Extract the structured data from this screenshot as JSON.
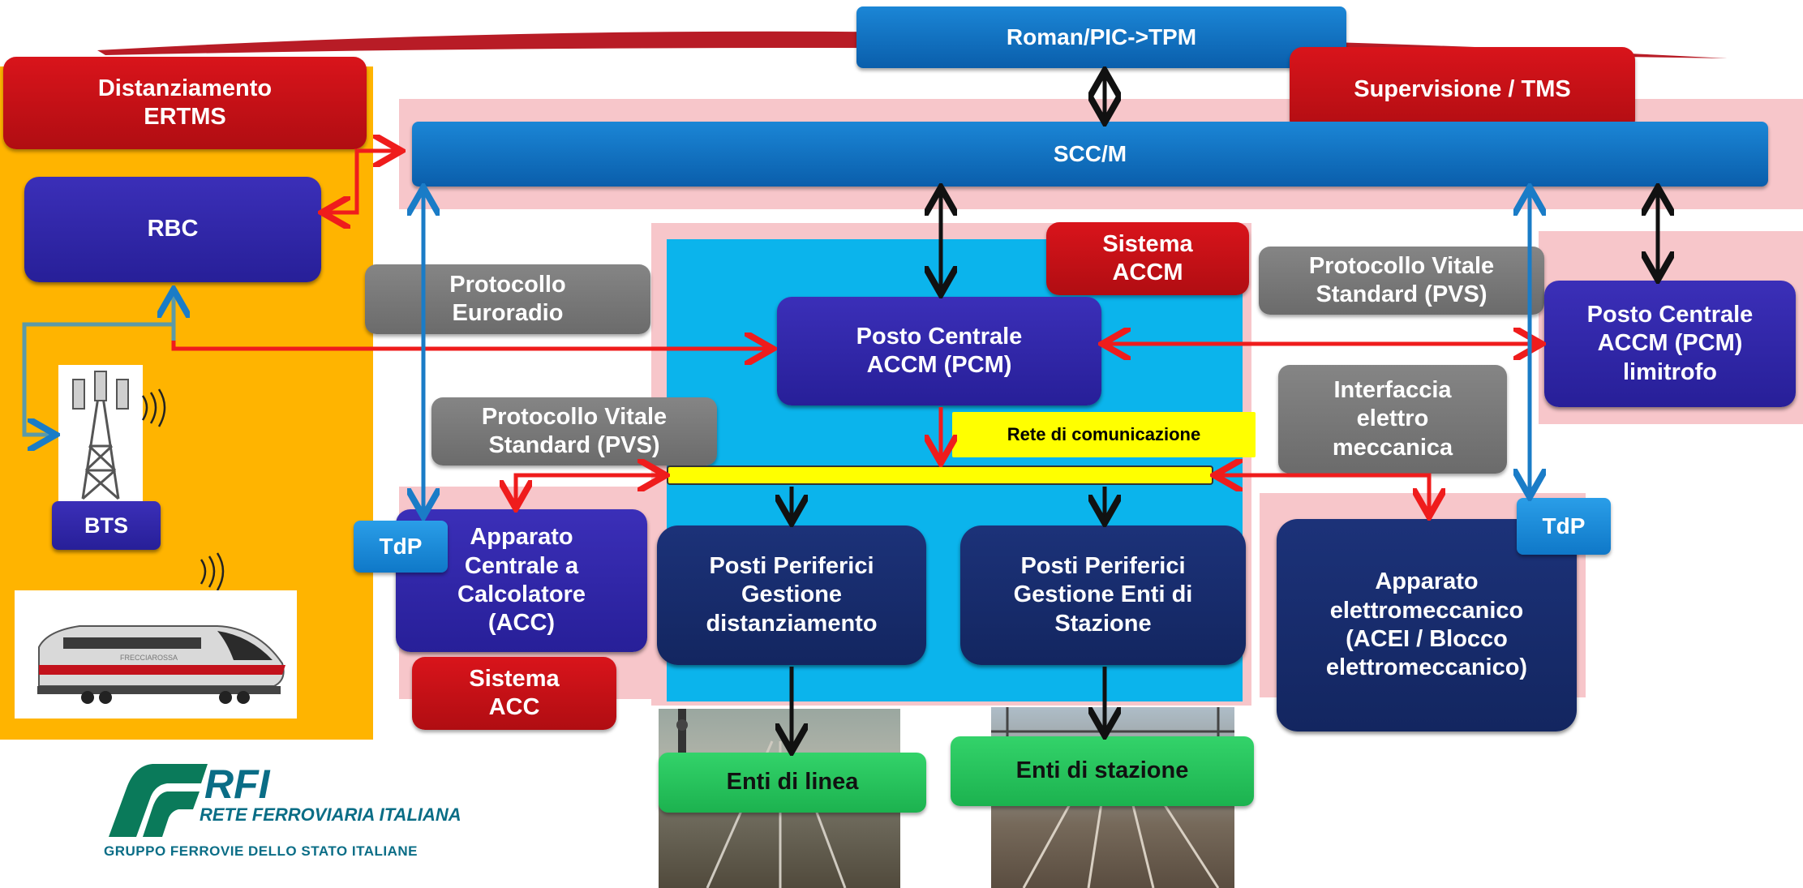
{
  "top": {
    "roman": "Roman/PIC->TPM",
    "supervisione": "Supervisione / TMS",
    "scc": "SCC/M"
  },
  "ertms": {
    "title": "Distanziamento\nERTMS",
    "rbc": "RBC",
    "bts": "BTS"
  },
  "protocols": {
    "euroradio": "Protocollo\nEuroradio",
    "pvs_left": "Protocollo Vitale\nStandard (PVS)",
    "pvs_right": "Protocollo Vitale\nStandard (PVS)",
    "interfaccia": "Interfaccia\nelettro\nmeccanica"
  },
  "accm": {
    "sistema": "Sistema\nACCM",
    "pcm": "Posto Centrale\nACCM (PCM)",
    "pcm_limitrofo": "Posto Centrale\nACCM (PCM)\nlimitrofo",
    "rete": "Rete di comunicazione",
    "pp_distanziamento": "Posti Periferici\nGestione\ndistanziamento",
    "pp_stazione": "Posti Periferici\nGestione Enti di\nStazione"
  },
  "acc": {
    "tdp": "TdP",
    "apparato": "Apparato\nCentrale a\nCalcolatore\n(ACC)",
    "sistema": "Sistema\nACC"
  },
  "acei": {
    "tdp": "TdP",
    "apparato": "Apparato\nelettromeccanico\n(ACEI / Blocco\nelettromeccanico)"
  },
  "enti": {
    "linea": "Enti di linea",
    "stazione": "Enti di stazione"
  },
  "logo": {
    "mark": "RFI",
    "name": "RETE FERROVIARIA ITALIANA",
    "group": "GRUPPO FERROVIE DELLO STATO ITALIANE",
    "train_livery": "FRECCIAROSSA"
  },
  "colors": {
    "red": "#c8101a",
    "blue_bar": "#0f6cbd",
    "purple": "#2f25a8",
    "navy": "#172b6b",
    "gray": "#777777",
    "green": "#26c25a",
    "orange": "#ffb300",
    "pink": "#f6c4c8",
    "cyan": "#0bb4ec",
    "yellow": "#ffff00",
    "arrow_red": "#ef1c1c",
    "arrow_blue": "#1a7cc7"
  }
}
